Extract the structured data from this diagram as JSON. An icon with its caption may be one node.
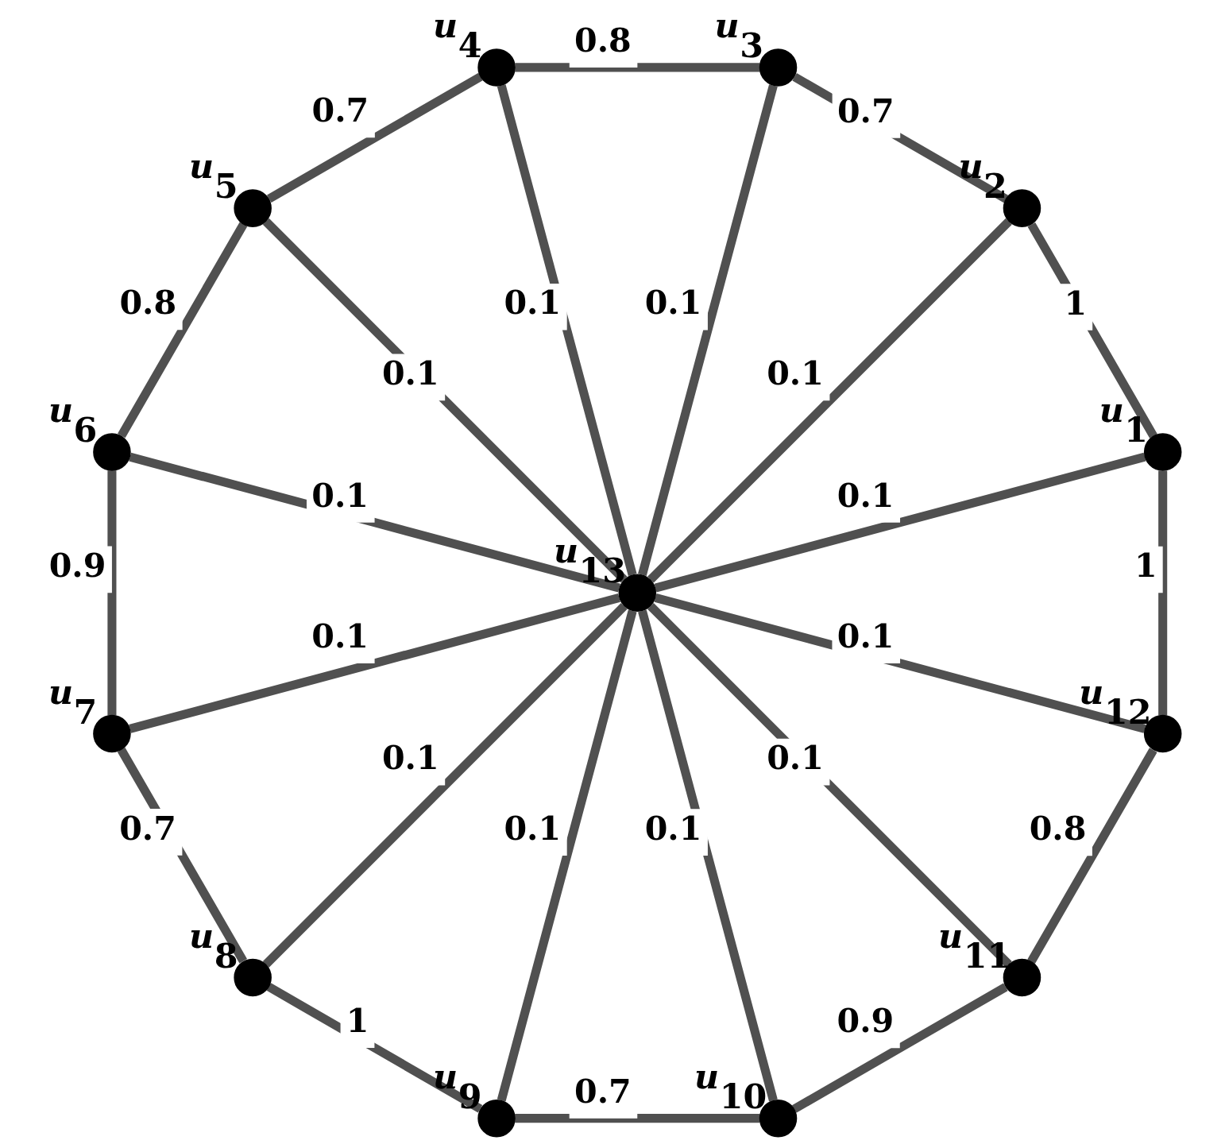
{
  "diagram": {
    "nodes": [
      {
        "text": [],
        "shape": "circle",
        "beside": [
          "u$_{1}$"
        ]
      },
      {
        "text": [],
        "shape": "circle",
        "beside": [
          "u$_{2}$"
        ]
      },
      {
        "text": [],
        "shape": "circle",
        "beside": [
          "u$_{3}$"
        ]
      },
      {
        "text": [],
        "shape": "circle",
        "beside": [
          "u$_{4}$"
        ]
      },
      {
        "text": [],
        "shape": "circle",
        "beside": [
          "u$_{5}$"
        ]
      },
      {
        "text": [],
        "shape": "circle",
        "beside": [
          "u$_{6}$"
        ]
      },
      {
        "text": [],
        "shape": "circle",
        "beside": [
          "u$_{7}$"
        ]
      },
      {
        "text": [],
        "shape": "circle",
        "beside": [
          "u$_{8}$"
        ]
      },
      {
        "text": [],
        "shape": "circle",
        "beside": [
          "u$_{9}$"
        ]
      },
      {
        "text": [],
        "shape": "circle",
        "beside": [
          "u$_{10}$"
        ]
      },
      {
        "text": [],
        "shape": "circle",
        "beside": [
          "u$_{11}$"
        ]
      },
      {
        "text": [],
        "shape": "circle",
        "beside": [
          "u$_{12}$"
        ]
      },
      {
        "text": [],
        "shape": "circle",
        "beside": [
          "u$_{13}$"
        ]
      }
    ],
    "edges": [
      {
        "from": 0,
        "to": 1,
        "arrow": "none",
        "label": "1"
      },
      {
        "from": 1,
        "to": 2,
        "arrow": "none",
        "label": "0.7"
      },
      {
        "from": 2,
        "to": 3,
        "arrow": "none",
        "label": "0.8"
      },
      {
        "from": 3,
        "to": 4,
        "arrow": "none",
        "label": "0.7"
      },
      {
        "from": 4,
        "to": 5,
        "arrow": "none",
        "label": "0.8"
      },
      {
        "from": 5,
        "to": 6,
        "arrow": "none",
        "label": "0.9"
      },
      {
        "from": 6,
        "to": 7,
        "arrow": "none",
        "label": "0.7"
      },
      {
        "from": 7,
        "to": 8,
        "arrow": "none",
        "label": "1"
      },
      {
        "from": 8,
        "to": 9,
        "arrow": "none",
        "label": "0.7"
      },
      {
        "from": 9,
        "to": 10,
        "arrow": "none",
        "label": "0.9"
      },
      {
        "from": 10,
        "to": 11,
        "arrow": "none",
        "label": "0.8"
      },
      {
        "from": 11,
        "to": 0,
        "arrow": "none",
        "label": "1"
      },
      {
        "from": 12,
        "to": 0,
        "arrow": "none",
        "label": "0.1"
      },
      {
        "from": 12,
        "to": 1,
        "arrow": "none",
        "label": "0.1"
      },
      {
        "from": 12,
        "to": 2,
        "arrow": "none",
        "label": "0.1"
      },
      {
        "from": 12,
        "to": 3,
        "arrow": "none",
        "label": "0.1"
      },
      {
        "from": 12,
        "to": 4,
        "arrow": "none",
        "label": "0.1"
      },
      {
        "from": 12,
        "to": 5,
        "arrow": "none",
        "label": "0.1"
      },
      {
        "from": 12,
        "to": 6,
        "arrow": "none",
        "label": "0.1"
      },
      {
        "from": 12,
        "to": 7,
        "arrow": "none",
        "label": "0.1"
      },
      {
        "from": 12,
        "to": 8,
        "arrow": "none",
        "label": "0.1"
      },
      {
        "from": 12,
        "to": 9,
        "arrow": "none",
        "label": "0.1"
      },
      {
        "from": 12,
        "to": 10,
        "arrow": "none",
        "label": "0.1"
      },
      {
        "from": 12,
        "to": 11,
        "arrow": "none",
        "label": "0.1"
      }
    ]
  }
}
